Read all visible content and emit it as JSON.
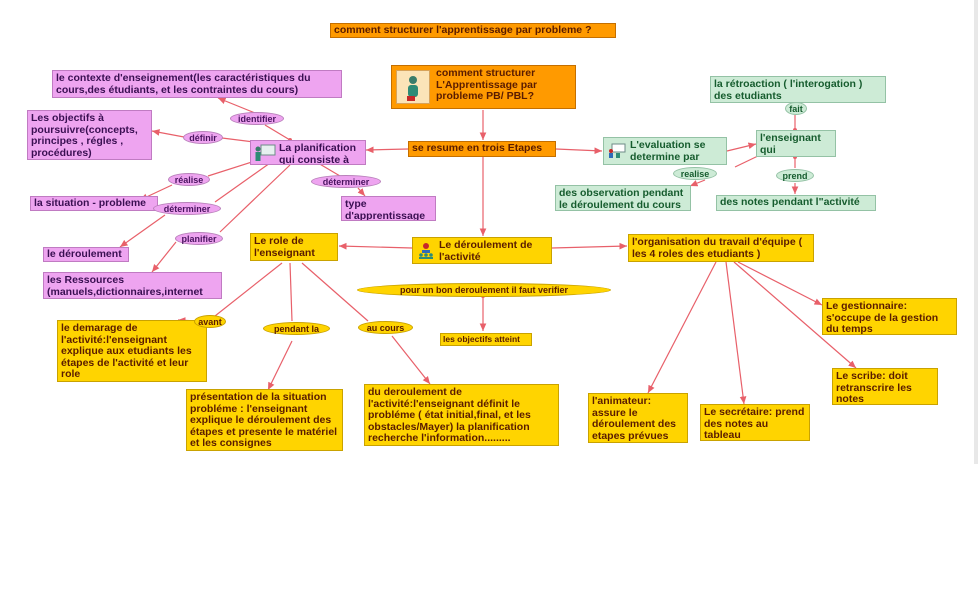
{
  "map_title": "comment structurer l'apprentissage par probleme ?",
  "nodes": {
    "central": "comment structurer L'Apprentissage par probleme PB/ PBL?",
    "etapes": "se resume en trois Etapes",
    "planification": "La planification qui consiste à",
    "contexte": "le contexte d'enseignement(les caractéristiques du cours,des étudiants, et les contraintes du cours)",
    "objectifs": "Les objectifs à poursuivre(concepts, principes , régles , procédures)",
    "situation": "la situation - probleme",
    "type": "type d'apprentissage",
    "deroulement_plan": "le déroulement",
    "ressources": "les Ressources (manuels,dictionnaires,internet",
    "evaluation": "L'evaluation se determine par",
    "retroaction": "la rétroaction ( l'interogation ) des etudiants",
    "enseignant_eval": "l'enseignant qui",
    "observation": "des observation pendant le déroulement du cours",
    "notes_activite": "des notes pendant l\"activité",
    "deroulement_activite": "Le déroulement de l'activité",
    "role_enseignant": "Le role de l'enseignant",
    "organisation": "l'organisation du travail d'équipe ( les 4 roles des etudiants )",
    "demarrage": "le demarage de l'activité:l'enseignant explique aux etudiants les étapes de l'activité et leur role",
    "presentation": "présentation de la situation probléme : l'enseignant explique le déroulement des étapes et presente le matériel et les consignes",
    "cours_deroulement": "du deroulement de l'activité:l'enseignant définit le probléme ( état initial,final, et les obstacles/Mayer) la planification recherche l'information.........",
    "objectifs_atteint": "les objectifs atteint",
    "animateur": "l'animateur: assure le déroulement des etapes prévues",
    "secretaire": "Le secrétaire: prend des notes au tableau",
    "gestionnaire": "Le gestionnaire: s'occupe de la gestion du temps",
    "scribe": "Le scribe: doit retranscrire les notes"
  },
  "pills": {
    "identifier": "identifier",
    "definir": "définir",
    "realise_left": "réalise",
    "determiner_left": "déterminer",
    "planifier": "planifier",
    "determiner_right": "déterminer",
    "fait": "fait",
    "realise_right": "realise",
    "prend": "prend",
    "avant": "avant",
    "pendant": "pendant la",
    "au_cours": "au cours",
    "verifier": "pour un bon deroulement il faut verifier"
  },
  "colors": {
    "edge": "#e8606a",
    "violet": "#eea4f0",
    "green": "#cdebd6",
    "yellow": "#ffd400",
    "orange": "#ff9a00"
  },
  "icons": [
    "person-icon",
    "teacher-board-icon",
    "presentation-icon",
    "team-icon"
  ]
}
